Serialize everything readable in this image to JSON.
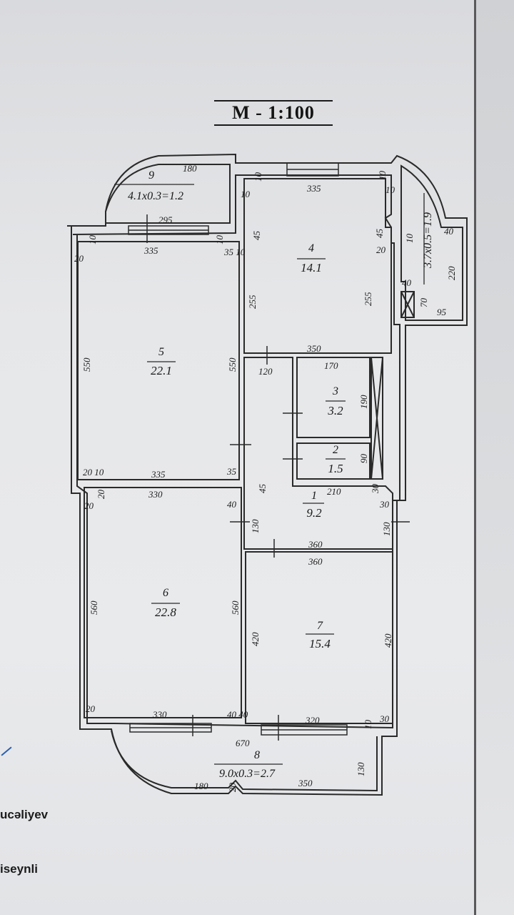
{
  "scale_title": "M - 1:100",
  "rooms": [
    {
      "id": "1",
      "area": "9.2"
    },
    {
      "id": "2",
      "area": "1.5"
    },
    {
      "id": "3",
      "area": "3.2"
    },
    {
      "id": "4",
      "area": "14.1"
    },
    {
      "id": "5",
      "area": "22.1"
    },
    {
      "id": "6",
      "area": "22.8"
    },
    {
      "id": "7",
      "area": "15.4"
    },
    {
      "id": "8",
      "area": "9.0x0.3=2.7"
    },
    {
      "id": "9",
      "area": "4.1x0.3=1.2"
    },
    {
      "id": "",
      "area": "3.7x0.5=1.9"
    }
  ],
  "dimensions": {
    "d180_top": "180",
    "d295": "295",
    "d335_r5": "335",
    "d35_10": "35 10",
    "d10_a": "10",
    "d20_a": "20",
    "d550_l": "550",
    "d550_r": "550",
    "d20_10": "20 10",
    "d335_b5": "335",
    "d35_b": "35",
    "d10_r4a": "10",
    "d10_r4b": "10",
    "d10_r4c": "10",
    "d335_r4": "335",
    "d45_l": "45",
    "d45_r": "45",
    "d20_r4": "20",
    "d10_r4d": "10",
    "d255_l": "255",
    "d255_r": "255",
    "d350": "350",
    "d40_bal": "40",
    "d220": "220",
    "d40_b": "40",
    "d70": "70",
    "d95": "95",
    "d120": "120",
    "d170": "170",
    "d190": "190",
    "d90": "90",
    "d210": "210",
    "d30_a": "30",
    "d30_b": "30",
    "d130_r1": "130",
    "d45_c": "45",
    "d130_c": "130",
    "d40_c": "40",
    "d360_a": "360",
    "d360_b": "360",
    "d20_r6a": "20",
    "d20_r6b": "20",
    "d330_t6": "330",
    "d560_l": "560",
    "d560_r": "560",
    "d420_l": "420",
    "d420_r": "420",
    "d20_b6": "20",
    "d330_b6": "330",
    "d40_40": "40 40",
    "d320": "320",
    "d10_b7": "10",
    "d30_b7": "30",
    "d670": "670",
    "d130_b8": "130",
    "d180_b": "180",
    "d20_b8": "20",
    "d350_b": "350"
  },
  "names": [
    "ucəliyev",
    "iseynli"
  ]
}
